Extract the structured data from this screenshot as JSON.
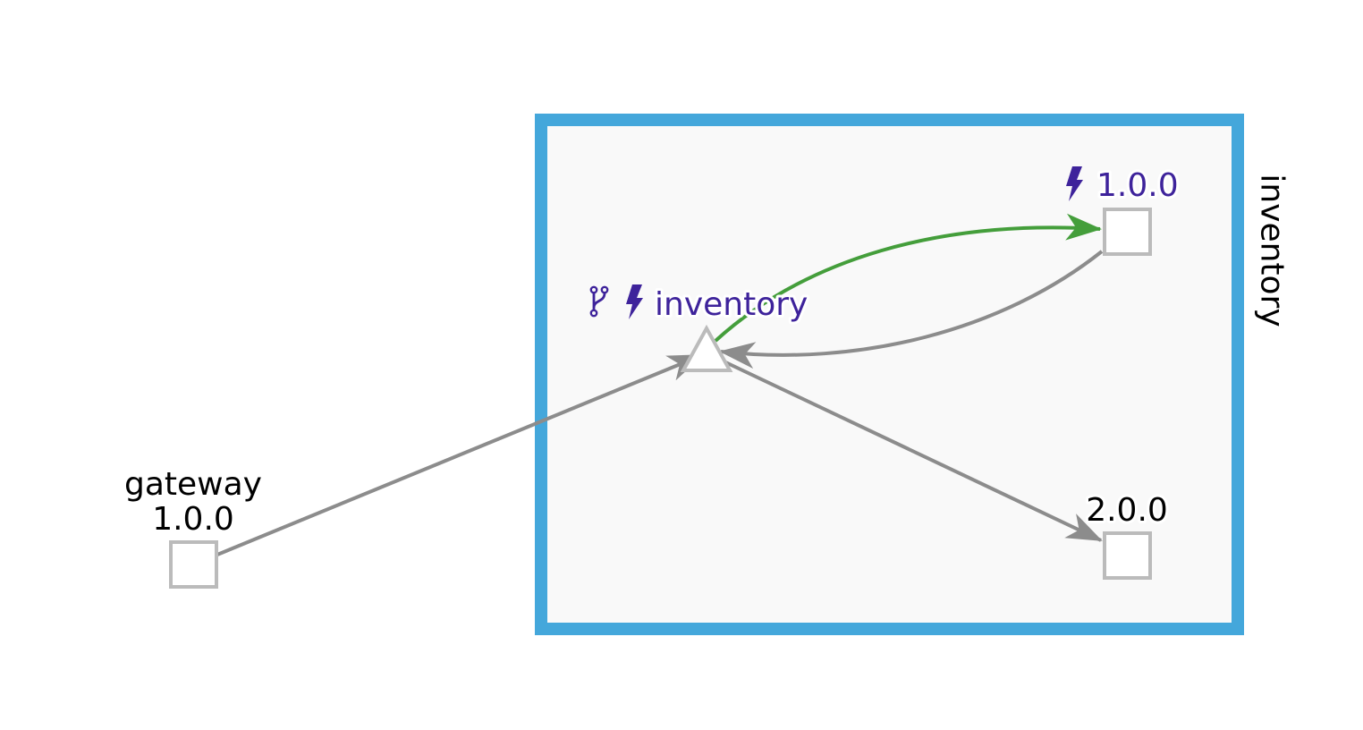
{
  "colors": {
    "box_border": "#44a7db",
    "box_fill": "#f9f9f9",
    "node_stroke": "#bbbbbb",
    "node_fill": "#ffffff",
    "edge_default": "#8c8c8c",
    "edge_highlight": "#449e3b",
    "label_dark": "#000000",
    "label_accent": "#3e239b"
  },
  "box": {
    "label": "inventory"
  },
  "nodes": {
    "gateway_app": "gateway",
    "gateway_version": "1.0.0",
    "inventory_service": "inventory",
    "inventory_v1": "1.0.0",
    "inventory_v2": "2.0.0"
  },
  "icons": {
    "inventory_service": [
      "branch-icon",
      "lightning-icon"
    ],
    "inventory_v1": [
      "lightning-icon"
    ]
  },
  "edges": [
    {
      "from": "gateway 1.0.0",
      "to": "inventory",
      "style": "default"
    },
    {
      "from": "inventory",
      "to": "1.0.0",
      "style": "highlight"
    },
    {
      "from": "1.0.0",
      "to": "inventory",
      "style": "default"
    },
    {
      "from": "inventory",
      "to": "2.0.0",
      "style": "default"
    }
  ]
}
